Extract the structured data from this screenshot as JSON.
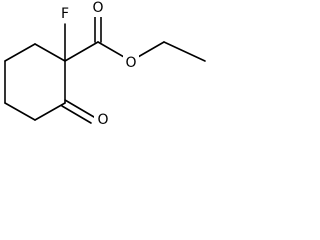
{
  "structure": {
    "atoms": {
      "fluorine": "F",
      "ester_carbonyl_oxygen": "O",
      "ester_ether_oxygen": "O",
      "ketone_oxygen": "O"
    },
    "bond_color": "#000000",
    "background_color": "#ffffff"
  }
}
